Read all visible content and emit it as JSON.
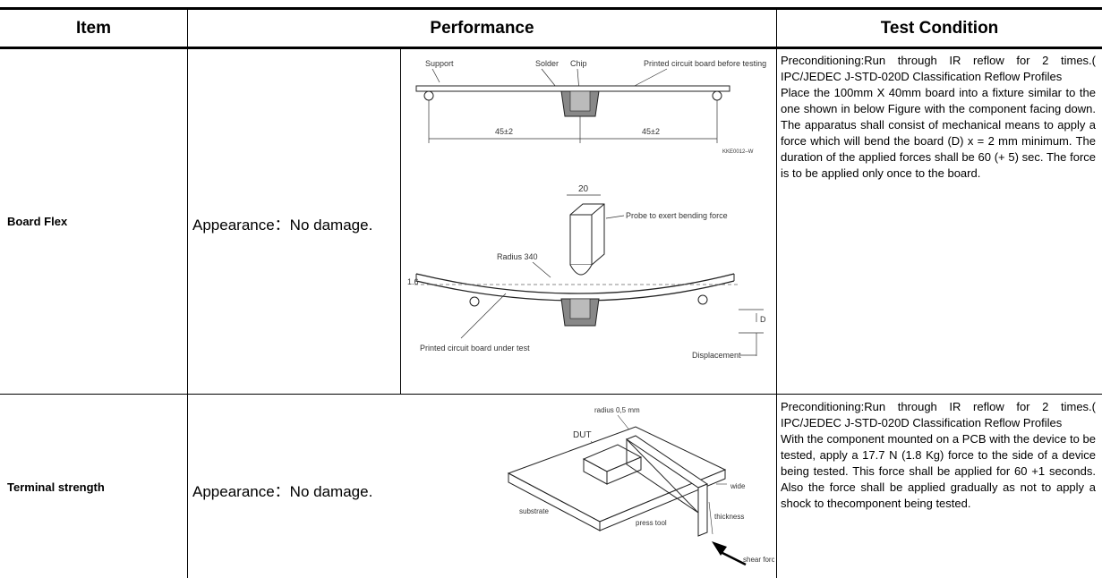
{
  "headers": {
    "item": "Item",
    "performance": "Performance",
    "test_condition": "Test Condition"
  },
  "rows": [
    {
      "item": "Board Flex",
      "performance": "Appearance：No damage.",
      "test_condition": [
        "Preconditioning:Run through IR reflow for 2 times.( IPC/JEDEC J-STD-020D Classification Reflow Profiles",
        "Place the 100mm X 40mm board into a fixture similar to the one shown in below Figure with the component facing down. The apparatus shall consist of mechanical means to apply a force which will bend the board (D) x = 2 mm minimum. The duration of the applied forces shall be 60 (+ 5) sec. The force is to be applied only once to the board."
      ],
      "figure_top": {
        "support": "Support",
        "solder": "Solder",
        "chip": "Chip",
        "pcb_before": "Printed circuit board before testing",
        "dim_left": "45±2",
        "dim_right": "45±2",
        "code": "KKE0012–W"
      },
      "figure_bottom": {
        "width": "20",
        "probe": "Probe to exert bending force",
        "radius": "Radius 340",
        "thickness": "1.6",
        "d": "D",
        "pcb_under": "Printed circuit board under test",
        "displacement": "Displacement"
      }
    },
    {
      "item": "Terminal strength",
      "performance": "Appearance：No damage.",
      "test_condition": [
        "Preconditioning:Run through IR reflow for 2 times.( IPC/JEDEC J-STD-020D Classification Reflow Profiles",
        "With the component mounted on a PCB with the device to be tested, apply a 17.7 N (1.8 Kg) force to the side of a device being tested. This force shall be applied for 60 +1 seconds. Also the force shall be applied gradually as not to apply a shock to thecomponent being tested."
      ],
      "figure": {
        "radius": "radius 0,5 mm",
        "dut": "DUT",
        "wide": "wide",
        "thickness": "thickness",
        "substrate": "substrate",
        "press_tool": "press tool",
        "shear_force": "shear force"
      }
    }
  ]
}
